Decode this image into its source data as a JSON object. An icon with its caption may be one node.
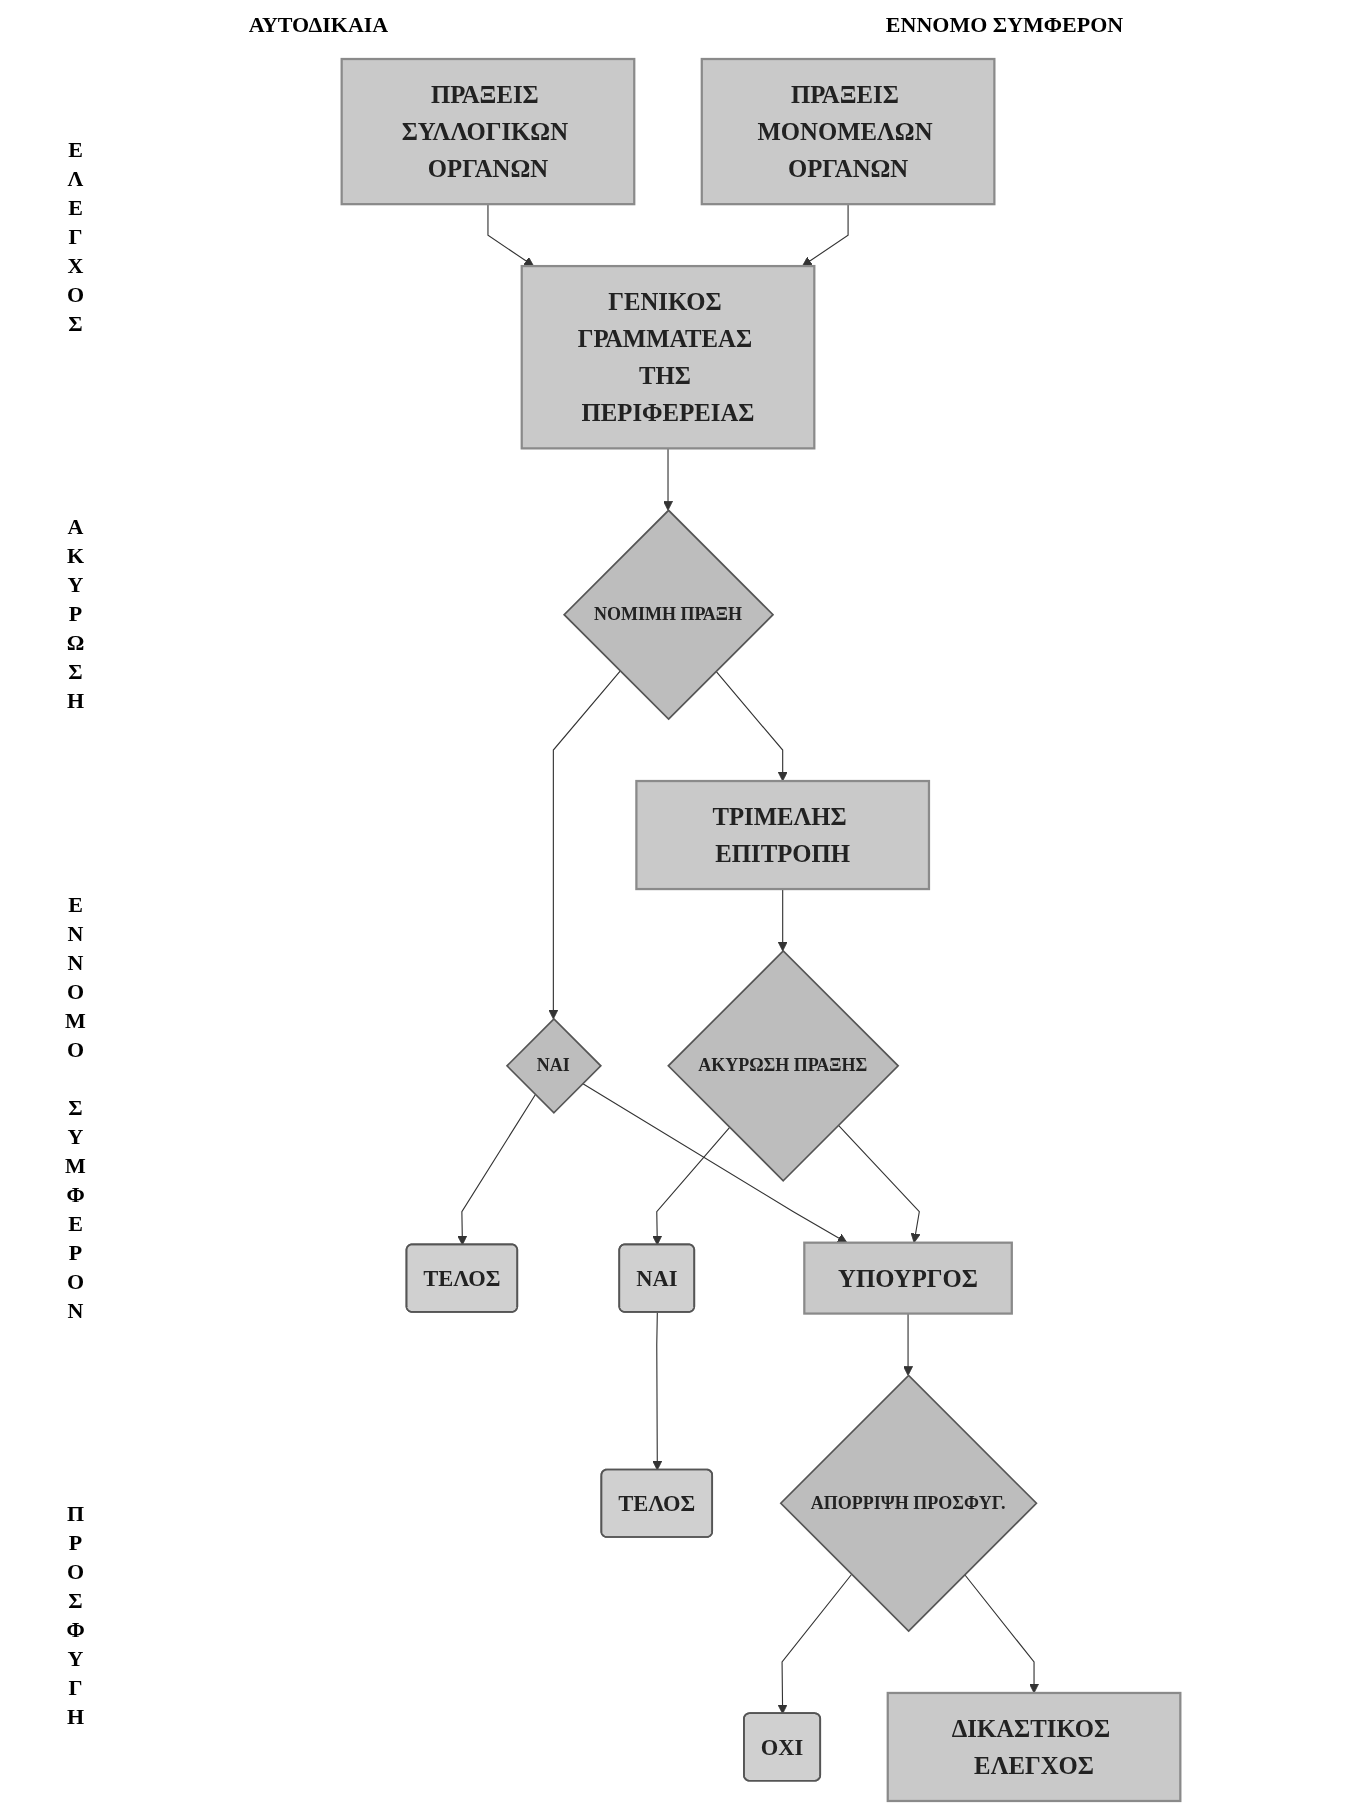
{
  "diagram": {
    "nodes": [
      {
        "text": [
          "ΠΡΑΞΕΙΣ ΣΥΛΛΟΓΙΚΩΝ ΟΡΓΑΝΩΝ"
        ]
      },
      {
        "text": [
          "ΠΡΑΞΕΙΣ ΜΟΝΟΜΕΛΩΝ ΟΡΓΑΝΩΝ"
        ]
      },
      {
        "text": [
          "ΓΕΝΙΚΟΣ ΓΡΑΜΜΑΤΕΑΣ ΤΗΣ ΠΕΡΙΦΕΡΕΙΑΣ"
        ]
      },
      {
        "text": [
          "ΝΟΜΙΜΗ ΠΡΑΞΗ"
        ]
      },
      {
        "text": [
          "ΝΑΙ"
        ]
      },
      {
        "text": [
          "ΤΕΛΟΣ"
        ]
      },
      {
        "text": [
          "ΤΡΙΜΕΛΗΣ ΕΠΙΤΡΟΠΗ"
        ]
      },
      {
        "text": [
          "ΑΚΥΡΩΣΗ ΠΡΑΞΗΣ"
        ]
      },
      {
        "text": [
          "ΝΑΙ"
        ]
      },
      {
        "text": [
          "ΤΕΛΟΣ"
        ]
      },
      {
        "text": [
          "ΥΠΟΥΡΓΟΣ"
        ]
      },
      {
        "text": [
          "ΑΠΟΡΡΙΨΗ ΠΡΟΣΦΥΓ."
        ]
      },
      {
        "text": [
          "ΟΧΙ"
        ]
      },
      {
        "text": [
          "ΔΙΚΑΣΤΙΚΟΣ ΕΛΕΓΧΟΣ"
        ]
      }
    ],
    "edges": [
      {
        "from": 0,
        "to": 2,
        "arrow": "to"
      },
      {
        "from": 1,
        "to": 2,
        "arrow": "to"
      },
      {
        "from": 2,
        "to": 3,
        "arrow": "to"
      },
      {
        "from": 3,
        "to": 4,
        "arrow": "to"
      },
      {
        "from": 4,
        "to": 5,
        "arrow": "to"
      },
      {
        "from": 3,
        "to": 6,
        "arrow": "to"
      },
      {
        "from": 4,
        "to": 10,
        "arrow": "to"
      },
      {
        "from": 6,
        "to": 7,
        "arrow": "to"
      },
      {
        "from": 7,
        "to": 8,
        "arrow": "to"
      },
      {
        "from": 8,
        "to": 9,
        "arrow": "to"
      },
      {
        "from": 7,
        "to": 10,
        "arrow": "to"
      },
      {
        "from": 10,
        "to": 11,
        "arrow": "to"
      },
      {
        "from": 11,
        "to": 12,
        "arrow": "to"
      },
      {
        "from": 11,
        "to": 13,
        "arrow": "to"
      }
    ],
    "labels": [
      "ΑΥΤΟΔΙΚΑΙΑ",
      "ΕΝΝΟΜΟ ΣΥΜΦΕΡΟΝ",
      "ΕΛΕΓΧΟΣ",
      "ΑΚΥΡΩΣΗ",
      "ΕΝΝΟΜΟ ΣΥΜΦΕΡΟΝ",
      "ΠΡΟΣΦΥΓΗ"
    ]
  }
}
